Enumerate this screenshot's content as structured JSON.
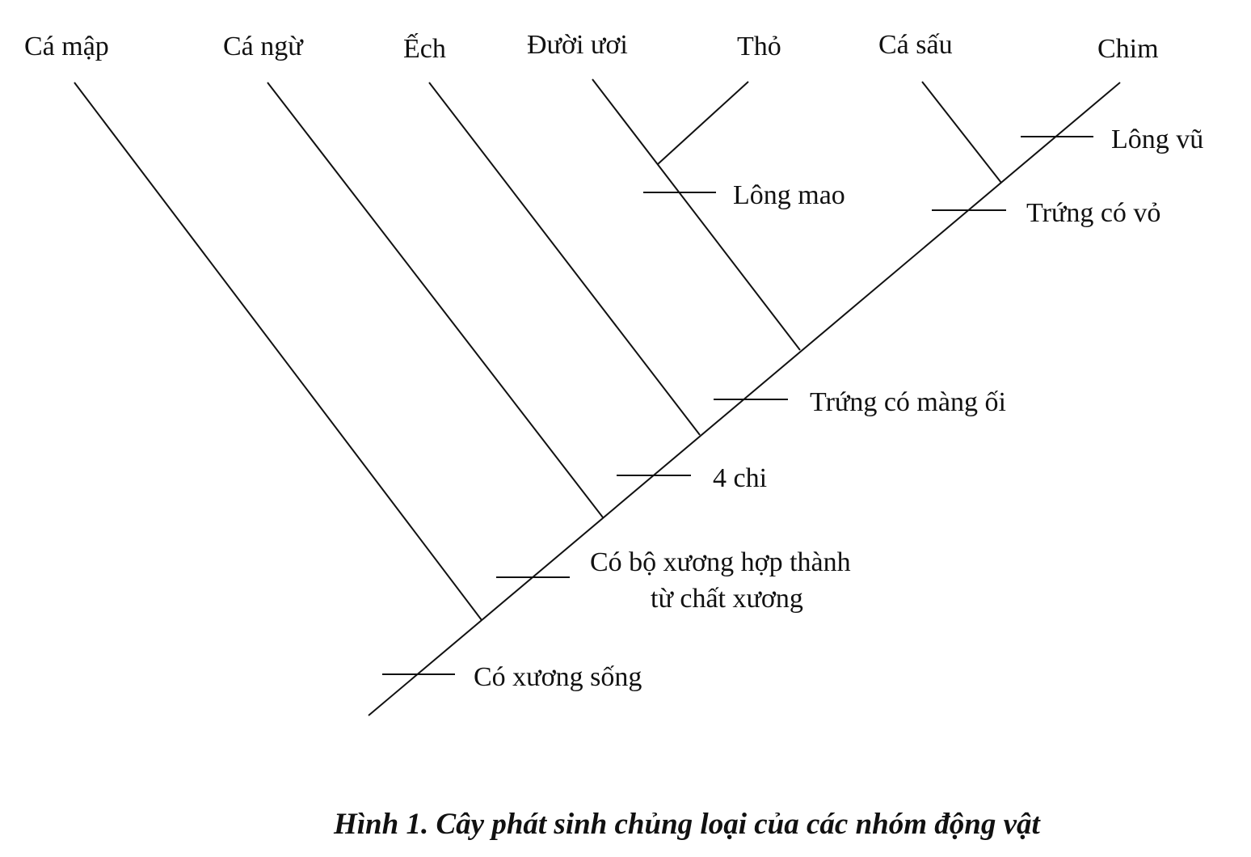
{
  "taxa": [
    "Cá mập",
    "Cá ngừ",
    "Ếch",
    "Đười ươi",
    "Thỏ",
    "Cá sấu",
    "Chim"
  ],
  "traits": {
    "vertebra": "Có xương sống",
    "bone_line1": "Có bộ xương hợp thành",
    "bone_line2": "từ chất xương",
    "four_limbs": "4 chi",
    "amnion": "Trứng có màng ối",
    "hair": "Lông mao",
    "shell_egg": "Trứng có vỏ",
    "feathers": "Lông vũ"
  },
  "caption": "Hình 1. Cây phát sinh chủng loại của các nhóm động vật"
}
